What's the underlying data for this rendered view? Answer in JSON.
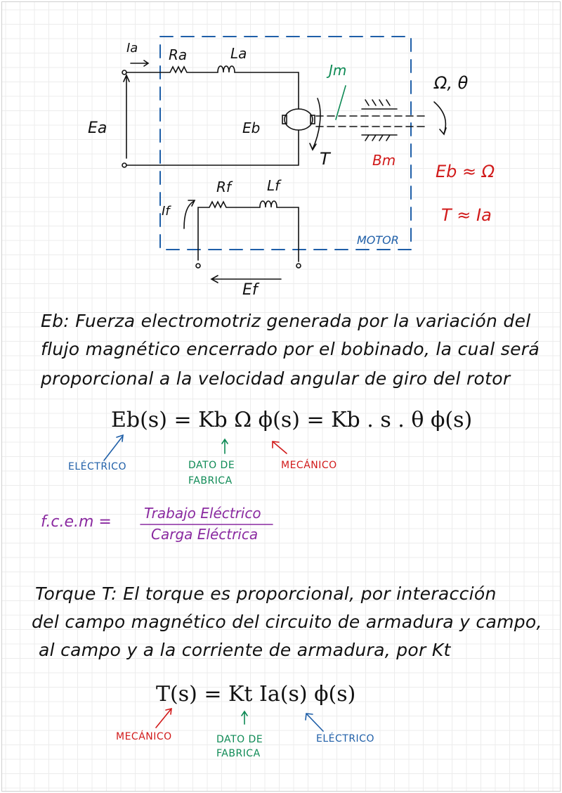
{
  "diagram": {
    "Ia": "Ia",
    "Ra": "Ra",
    "La": "La",
    "Ea": "Ea",
    "Eb": "Eb",
    "Jm": "Jm",
    "omega_theta": "Ω, θ",
    "T": "T",
    "Bm": "Bm",
    "If": "If",
    "Rf": "Rf",
    "Lf": "Lf",
    "motor": "MOTOR",
    "Ef": "Ef",
    "rel1": "Eb ≈ Ω",
    "rel2": "T ≈ Ia",
    "colors": {
      "box": "#1f5fa8",
      "red": "#d11a1a",
      "green": "#0e8a55",
      "purple": "#8a2aa0"
    }
  },
  "eb_text": [
    "Eb: Fuerza electromotriz generada por la variación del",
    "flujo magnético encerrado por el bobinado, la cual será",
    "proporcional a la velocidad angular de giro del rotor"
  ],
  "eb_equation": "Eb(s) = Kb  Ω  ϕ(s)  = Kb . s . θ  ϕ(s)",
  "eb_labels": {
    "electrico": "ELÉCTRICO",
    "dato1": "DATO DE",
    "dato2": "FABRICA",
    "mecanico": "MECÁNICO"
  },
  "fcem": {
    "lhs": "f.c.e.m =",
    "num": "Trabajo Eléctrico",
    "den": "Carga Eléctrica"
  },
  "torque_text": [
    "Torque T: El torque es proporcional, por interacción",
    "del campo magnético del circuito de armadura y campo,",
    "al campo y a la corriente de armadura, por Kt"
  ],
  "torque_equation": "T(s) = Kt  Ia(s)  ϕ(s)",
  "torque_labels": {
    "mecanico": "MECÁNICO",
    "dato1": "DATO DE",
    "dato2": "FABRICA",
    "electrico": "ELÉCTRICO"
  }
}
